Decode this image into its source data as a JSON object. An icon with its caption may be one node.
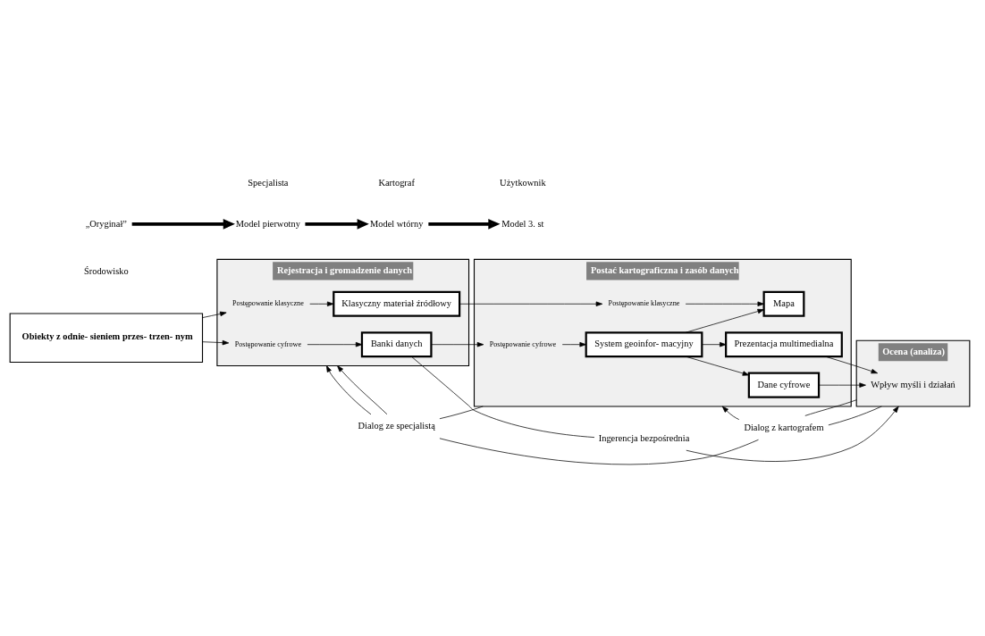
{
  "diagram": {
    "nodes": [
      {
        "text": [
          "Obiekty z odnie- sieniem przes- trzen- nym"
        ]
      },
      {
        "text": [
          "Rejestracja i gromadzenie danych"
        ]
      },
      {
        "text": [
          "Postępowanie klasyczne"
        ],
        "in": 1
      },
      {
        "text": [
          "Klasyczny materiał źródłowy"
        ],
        "in": 1
      },
      {
        "text": [
          "Postępowanie cyfrowe"
        ],
        "in": 1
      },
      {
        "text": [
          "Banki danych"
        ],
        "in": 1
      },
      {
        "text": [
          "Postać kartograficzna i zasób danych"
        ]
      },
      {
        "text": [
          "Postępowanie klasyczne"
        ],
        "in": 6
      },
      {
        "text": [
          "Mapa"
        ],
        "in": 6
      },
      {
        "text": [
          "Postępowanie cyfrowe"
        ],
        "in": 6
      },
      {
        "text": [
          "System geoinfor- macyjny"
        ],
        "in": 6
      },
      {
        "text": [
          "Dane cyfrowe"
        ],
        "in": 6
      },
      {
        "text": [
          "Prezentacja multimedialna"
        ],
        "in": 6
      },
      {
        "text": [
          "Ocena (analiza)"
        ]
      },
      {
        "text": [
          "Wpływ myśli i działań"
        ],
        "in": 13
      },
      {
        "text": [
          "Dialog ze specjalistą"
        ]
      },
      {
        "text": [
          "Dialog z kartografem"
        ]
      },
      {
        "text": [
          "Ingerencja bezpośrednia"
        ]
      },
      {
        "text": [
          "Środowisko"
        ]
      },
      {
        "text": [
          "„Oryginał”"
        ]
      },
      {
        "text": [
          "Specjalista"
        ]
      },
      {
        "text": [
          "Model pierwotny"
        ]
      },
      {
        "text": [
          "Kartograf"
        ]
      },
      {
        "text": [
          "Model wtórny"
        ]
      },
      {
        "text": [
          "Użytkownik"
        ]
      },
      {
        "text": [
          "Model 3. st"
        ]
      }
    ],
    "edges": [
      {
        "from": 0,
        "to": 2,
        "arrow": "to"
      },
      {
        "from": 0,
        "to": 4,
        "arrow": "to"
      },
      {
        "from": 2,
        "to": 3,
        "arrow": "to"
      },
      {
        "from": 4,
        "to": 5,
        "arrow": "to"
      },
      {
        "from": 3,
        "to": 7,
        "arrow": "to"
      },
      {
        "from": 5,
        "to": 9,
        "arrow": "to"
      },
      {
        "from": 7,
        "to": 8,
        "arrow": "to"
      },
      {
        "from": 10,
        "to": 8,
        "arrow": "to"
      },
      {
        "from": 9,
        "to": 10,
        "arrow": "to"
      },
      {
        "from": 10,
        "to": 11,
        "arrow": "to"
      },
      {
        "from": 10,
        "to": 12,
        "arrow": "to"
      },
      {
        "from": 11,
        "to": 14,
        "arrow": "to"
      },
      {
        "from": 12,
        "to": 14,
        "arrow": "to"
      },
      {
        "from": 13,
        "to": 16,
        "arrow": "none"
      },
      {
        "from": 16,
        "to": 15,
        "arrow": "none"
      },
      {
        "from": 15,
        "to": 1,
        "arrow": "to"
      },
      {
        "from": 6,
        "to": 15,
        "arrow": "none"
      },
      {
        "from": 15,
        "to": 1,
        "arrow": "to"
      },
      {
        "from": 13,
        "to": 16,
        "arrow": "none"
      },
      {
        "from": 16,
        "to": 6,
        "arrow": "to"
      },
      {
        "from": 5,
        "to": 17,
        "arrow": "none"
      },
      {
        "from": 17,
        "to": 13,
        "arrow": "to"
      },
      {
        "from": 19,
        "to": 21,
        "arrow": "to",
        "style": "thick"
      },
      {
        "from": 21,
        "to": 23,
        "arrow": "to",
        "style": "thick"
      },
      {
        "from": 23,
        "to": 25,
        "arrow": "to",
        "style": "thick"
      }
    ]
  }
}
